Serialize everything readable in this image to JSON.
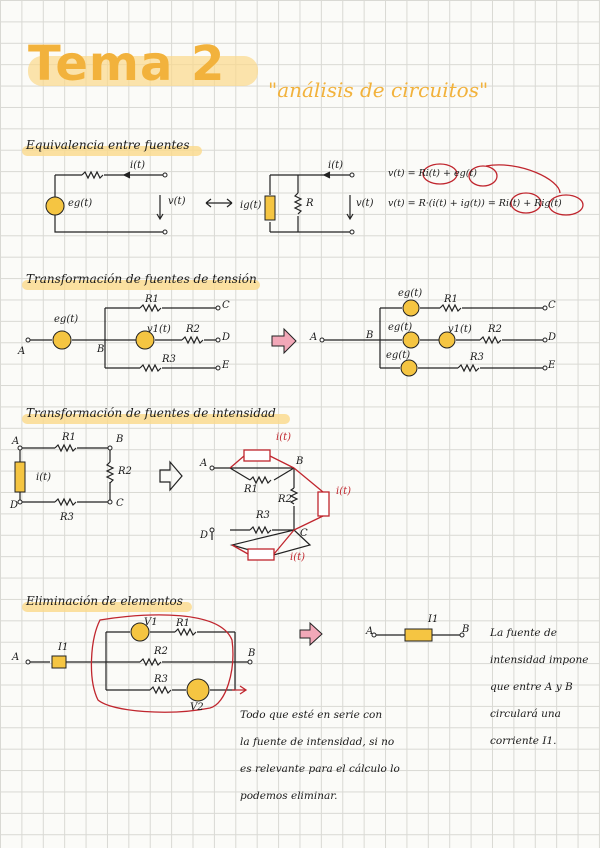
{
  "title": {
    "main": "Tema 2",
    "subtitle": "\"análisis de circuitos\""
  },
  "sections": {
    "s1": "Equivalencia entre fuentes",
    "s2": "Transformación de fuentes de tensión",
    "s3": "Transformación de fuentes de intensidad",
    "s4": "Eliminación de elementos"
  },
  "s1_labels": {
    "it1": "i(t)",
    "eg": "eg(t)",
    "vt1": "v(t)",
    "it2": "i(t)",
    "ig": "ig(t)",
    "r": "R",
    "vt2": "v(t)",
    "eq1": "v(t) = Ri(t) + eg(t)",
    "eq2": "v(t) = R·(i(t) + ig(t)) = Ri(t) + Rig(t)"
  },
  "s2_labels": {
    "a1": "A",
    "b1": "B",
    "c1": "C",
    "d1": "D",
    "e1": "E",
    "eg1": "eg(t)",
    "r1a": "R1",
    "r2a": "R2",
    "r3a": "R3",
    "v1a": "v1(t)",
    "a2": "A",
    "b2": "B",
    "c2": "C",
    "d2": "D",
    "e2": "E",
    "eg2a": "eg(t)",
    "eg2b": "eg(t)",
    "eg2c": "eg(t)",
    "r1b": "R1",
    "r2b": "R2",
    "r3b": "R3",
    "v1b": "v1(t)"
  },
  "s3_labels": {
    "a1": "A",
    "b1": "B",
    "c1": "C",
    "d1": "D",
    "r1a": "R1",
    "r2a": "R2",
    "r3a": "R3",
    "it1": "i(t)",
    "a2": "A",
    "b2": "B",
    "c2": "C",
    "d2": "D",
    "r1b": "R1",
    "r2b": "R2",
    "r3b": "R3",
    "ir1": "i(t)",
    "ir2": "i(t)",
    "ir3": "i(t)"
  },
  "s4_labels": {
    "a1": "A",
    "b1": "B",
    "i1a": "I1",
    "v1": "V1",
    "r1": "R1",
    "r2": "R2",
    "r3": "R3",
    "v2": "V2",
    "a2": "A",
    "b2": "B",
    "i1b": "I1"
  },
  "notes": {
    "left": [
      "Todo que esté en serie con",
      "la fuente de intensidad, si no",
      "es relevante para el cálculo lo",
      "podemos eliminar."
    ],
    "right": [
      "La fuente de",
      "intensidad impone",
      "que entre A y B",
      "circulará una",
      "corriente I1."
    ]
  },
  "colors": {
    "accent": "#f2b23c",
    "highlight": "#fbd98a",
    "red": "#c0262e",
    "source": "#f5c542"
  }
}
